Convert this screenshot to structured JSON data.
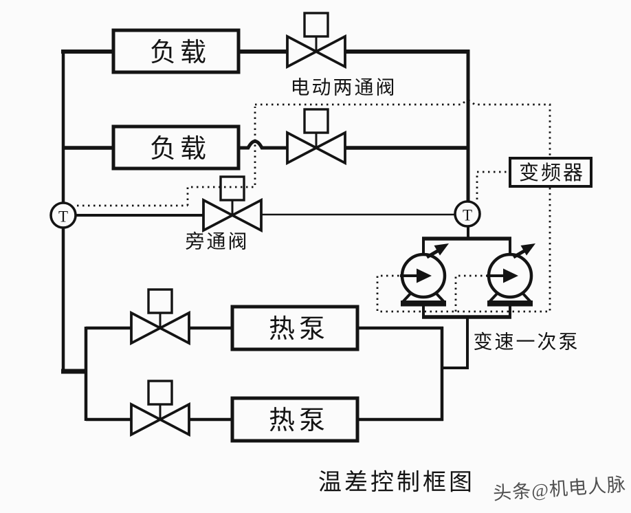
{
  "diagram": {
    "title": "温差控制框图",
    "watermark": "头条@机电人脉",
    "boxes": {
      "load1": "负载",
      "load2": "负载",
      "heat_pump1": "热泵",
      "heat_pump2": "热泵",
      "vfd": "变频器"
    },
    "labels": {
      "two_way_valve": "电动两通阀",
      "bypass_valve": "旁通阀",
      "primary_pump": "变速一次泵"
    },
    "sensors": {
      "t1": "T",
      "t2": "T"
    },
    "colors": {
      "line": "#141414",
      "background": "#fbfbfb",
      "watermark": "#3d3d3d"
    }
  }
}
